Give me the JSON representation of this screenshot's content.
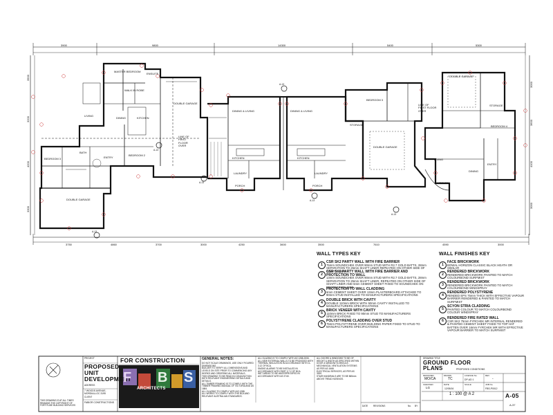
{
  "plan": {
    "top_dims": [
      "3900",
      "9800",
      "14300",
      "5400",
      "5300"
    ],
    "bottom_dims": [
      "3750",
      "4860",
      "3700",
      "3000",
      "4250",
      "3600",
      "3500",
      "7610",
      "4590",
      "3000"
    ],
    "left_dims": [
      "3900",
      "3200",
      "4200",
      "3300"
    ],
    "right_dims": [
      "3000",
      "3600",
      "4100",
      "3000"
    ],
    "rooms": {
      "master_bedroom": "MASTER BEDROOM",
      "walk_in_robe": "WALK IN ROBE",
      "ensuite": "ENSUITE",
      "living": "LIVING",
      "dining": "DINING",
      "kitchen": "KITCHEN",
      "bedroom_2": "BEDROOM 2",
      "bedroom_3": "BEDROOM 3",
      "bedroom_4": "BEDROOM 4",
      "double_garage": "DOUBLE GARAGE",
      "dining_living": "DINING & LIVING",
      "laundry": "LAUNDRY",
      "storage": "STORAGE",
      "porch": "PORCH",
      "entry": "ENTRY",
      "bath": "BATH",
      "wc": "W/C",
      "line_of_first_floor": "LINE OF FIRST FLOOR OVER"
    },
    "section_marks": [
      "A-13",
      "A-13",
      "A-13",
      "A-13",
      "A-13",
      "A-13"
    ]
  },
  "wall_types_key": {
    "title": "WALL TYPES KEY",
    "items": [
      {
        "num": "1",
        "title": "CSR SK2 PARTY WALL WITH FIRE BARRIER",
        "desc": "75mm SOUNDCHEK OVER 90mm STUD WITH R2.7 GOLD BATTS, 28mm SEPARATION TO 25mm SHAFT LINER REPEATED ON OTHER SIDE OF SHAFT LINER"
      },
      {
        "num": "2",
        "title": "CSR SK2 PARTY WALL WITH FIRE BARRIER AND PROTECTION TO WALL",
        "desc": "13mm SOUNDCHEK OVER 90mm STUD WITH R2.7 GOLD BATTS, 28mm SEPARATION TO 25mm SHAFT LINER, REPEATED ON OTHER SIDE OF SHAFT LINER AND 6mm CEMENT SHEET FIXED TO SOUNDCHEK ON PROTECTION SIDE"
      },
      {
        "num": "3",
        "title": "PROTECTION TO WALL CLADDING",
        "desc": "6mm CEMENT SHEET OVER 13mm PLASTERBOARD ATTACHED TO 90mm STUD INSTALLED TO MANUFACTURERS SPECIFICATIONS"
      },
      {
        "num": "4",
        "title": "DOUBLE BRICK WITH CAVITY",
        "desc": "DOUBLE 110mm BRICK WITH 50mm CAVITY INSTALLED TO MANUFACTURERS SPECIFICATIONS"
      },
      {
        "num": "5",
        "title": "BRICK VENEER WITH CAVITY",
        "desc": "110mm BRICK FIXED TO 90mm STUD TO MANUFACTURERS SPECIFICATIONS"
      },
      {
        "num": "6",
        "title": "POLYSTYRENE CLADDING OVER STUD",
        "desc": "75mm POLYSTYRENE OVER BUILDING PAPER FIXED TO STUD TO MANUFACTURERS SPECIFICATIONS"
      }
    ]
  },
  "wall_finishes_key": {
    "title": "WALL FINISHES KEY",
    "items": [
      {
        "num": "1",
        "title": "FACE BRICKWORK",
        "desc": "BOWAL HORIZON CLASSIC BLACK HEATH OR SIMILAR"
      },
      {
        "num": "2",
        "title": "RENDERED BRICKWORK",
        "desc": "RENDERED BRICKWORK PAINTED TO MATCH COLOURBOND SURFMIST"
      },
      {
        "num": "3",
        "title": "RENDERED BRICKWORK",
        "desc": "RENDERED BRICKWORK PAINTED TO MATCH COLOURBOND WINDSPRAY"
      },
      {
        "num": "4",
        "title": "RENDERED POLYSTYRENE",
        "desc": "RENDED EPS 75mm THICK WITH EFFECTIVE VAPOUR BARRIER RENDERED & PAINTED TO MATCH SURFMIST"
      },
      {
        "num": "5",
        "title": "SCYON STRIA CLADDING",
        "desc": "PAINTED COLOUR TO MATCH COLOURBOND COLOUR WINDSPRAY"
      },
      {
        "num": "6",
        "title": "RENDERED FIRE RATED WALL",
        "desc": "CSR SK2 75mm FYRCHEK MR INTERNAL RENDERED & PAINTED CEMENT SHEET FIXED TO TOP HAT BATTEN OVER 16mm FYRCHEK MR WITH EFFECTIVE VAPOUR BARRIER TO MATCH SURFMIST"
      }
    ]
  },
  "title_block": {
    "copyright": "THIS DRAWING IS AT ALL TIMES REMAINS THE COPYRIGHT OF FORTITUDE BUILDING SERVICES",
    "project_label": "PROJECT",
    "project": [
      "PROPOSED",
      "UNIT",
      "DEVELOPMENT"
    ],
    "address_label": "ADDRESS",
    "address": "7 WOODS AVENUE, MORDIALLOC 3195",
    "client_label": "CLIENT",
    "client": "FABIOR CONSTRUCTIONS",
    "status": "FOR CONSTRUCTION",
    "architects": "ARCHITECTS",
    "logo_letters": [
      "F",
      "B",
      "S"
    ],
    "general_notes_title": "GENERAL NOTES:",
    "general_notes": [
      "DO NOT SCALE DRAWINGS, USE ONLY FIGURED DIMENSIONS.",
      "BUILDER TO VERIFY ALL DIMENSIONS AND LEVELS ON SITE PRIOR TO COMMENCING ANY WORKS AND ORDERING ALL MATERIALS.",
      "THIS DRAWING TO BE READ IN CONJUNCTION WITH RELEVANT ENGINEERING DETAILS AND DETAILS.",
      "ALL TIMBER FRAMING IS TO COMPLY WITH THE TIMBER FRAMING MANUAL OF VICTORIA AND AS 1684.",
      "ALL GLAZING TO COMPLY WITH AS 1288.",
      "ALL WORKS TO COMPLY WITH THE BCA AND RELEVANT AUSTRALIAN STANDARDS."
    ],
    "general_notes_2": [
      "ALL GLAZING IS TO COMPLY WITH AS 1288-2006.",
      "ALL NEW EXTERNAL WALLS TO BE PROVIDED WITH THERMAL INSULATION IN ACCORDANCE WITH CL 3.12 OF BCA.",
      "SMOKE ALARMS TO BE INSTALLED IN ACCORDANCE WITH PART 3.7.2 OF BCA.",
      "WET AREAS TO BE WATERPROOFED IN ACCORDANCE WITH AS 3740."
    ],
    "general_notes_3": [
      "ALL DOORS & WINDOWS TO BE OF HEIGHT & WIDTH AS SPECIFIED WITHIN DOOR & WINDOW SCHEDULE.",
      "MECHANICAL VENTILATION SYSTEMS AS PER AS 1668.",
      "ELECTRICAL SERVICES, AS PER AS 3000.",
      "STAIR HANDRAILS ARE TO BE 865mm ABOVE TREAD NOSINGS."
    ],
    "drawing_title_label": "DRAWING TITLE",
    "drawing_title": [
      "GROUND FLOOR",
      "PLANS"
    ],
    "drawing_subtitle": "PROPOSED CONDITIONS",
    "fields": [
      {
        "label": "DESIGNED",
        "value": "MO/CA"
      },
      {
        "label": "DRAWN",
        "value": "TC"
      },
      {
        "label": "LICENCE No.",
        "value": "DP-AD 1"
      },
      {
        "label": "REV",
        "value": "-"
      },
      {
        "label": "CHECKED",
        "value": "LG"
      },
      {
        "label": "DATE",
        "value": "12/05/16"
      },
      {
        "label": "SCALE",
        "value": "1 : 100 @ A 2"
      },
      {
        "label": "JOB No.",
        "value": "FBS-P0012"
      }
    ],
    "scale_display": "1 : 100 @ A 2",
    "sheet_no": "A-05",
    "sheet_of": "A-37",
    "revision_header": [
      "DATE",
      "REVISIONS",
      "No.",
      "BY"
    ]
  }
}
